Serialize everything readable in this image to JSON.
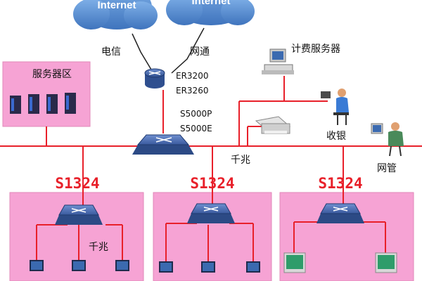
{
  "clouds": {
    "left_label": "Internet",
    "right_label": "Internet"
  },
  "isp": {
    "left": "电信",
    "right": "网通"
  },
  "router": {
    "model_1": "ER3200",
    "model_2": "ER3260"
  },
  "core_switch": {
    "model_1": "S5000P",
    "model_2": "S5000E"
  },
  "server_zone": {
    "title": "服务器区"
  },
  "billing_server": {
    "label": "计费服务器"
  },
  "cashier": {
    "label": "收银"
  },
  "admin": {
    "label": "网管"
  },
  "links": {
    "gigabit_main": "千兆",
    "gigabit_access": "千兆"
  },
  "access_switches": [
    {
      "model": "S1324"
    },
    {
      "model": "S1324"
    },
    {
      "model": "S1324"
    }
  ],
  "colors": {
    "line_red": "#e8202a",
    "zone_pink": "#f6a3d4",
    "zone_border": "#e08ab9",
    "switch_blue": "#3a5a9e",
    "cloud_blue": "#4b82c6"
  }
}
